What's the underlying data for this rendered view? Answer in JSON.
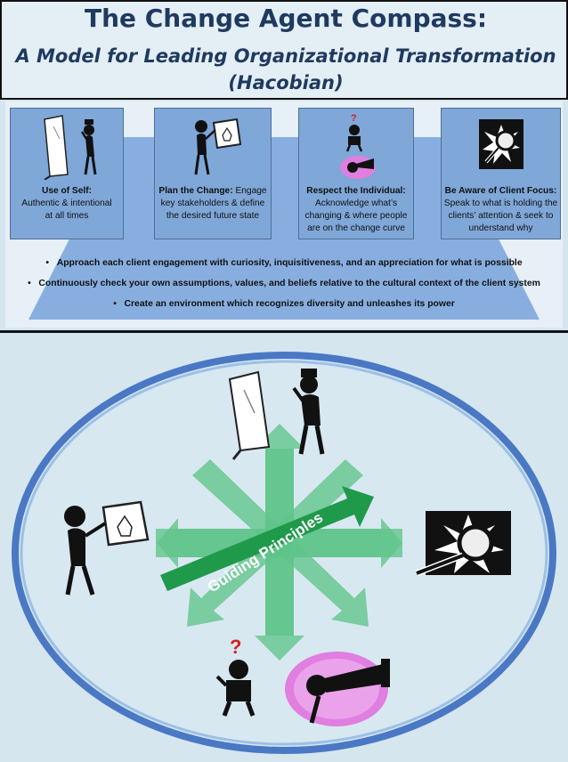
{
  "header": {
    "title": "The Change Agent Compass:",
    "subtitle_line1": "A Model for Leading Organizational Transformation",
    "subtitle_line2": "(Hacobian)"
  },
  "cards": [
    {
      "heading": "Use of Self:",
      "line1": "Authentic & intentional",
      "line2": "at all times",
      "line3": "",
      "icon": "mirror-figure-icon"
    },
    {
      "heading": "Plan the Change:",
      "heading_rest": " Engage",
      "line1": "key stakeholders & define",
      "line2": "the desired future state",
      "line3": "",
      "icon": "presenter-figure-icon"
    },
    {
      "heading": "Respect the Individual:",
      "line1": "Acknowledge what’s",
      "line2": "changing & where people",
      "line3": "are on the change curve",
      "icon": "confused-figure-icon"
    },
    {
      "heading": "Be Aware of Client Focus:",
      "line1": "Speak to what is holding the",
      "line2": "clients’ attention & seek to",
      "line3": "understand why",
      "icon": "magnifying-glass-icon"
    }
  ],
  "bullets": [
    "Approach each client engagement with curiosity, inquisitiveness, and an appreciation for what is possible",
    "Continuously check your own assumptions, values, and beliefs relative to the cultural context of the client system",
    "Create an environment which recognizes diversity and unleashes its power"
  ],
  "compass": {
    "center_label": "Guiding Principles",
    "colors": {
      "ring": "#4a78c4",
      "arrows": "#5fc48a",
      "center_arrow": "#1f9a4a"
    }
  },
  "colors": {
    "title": "#1f3a5f",
    "card": "#7fa7d8",
    "trapezoid": "#88aee0"
  }
}
